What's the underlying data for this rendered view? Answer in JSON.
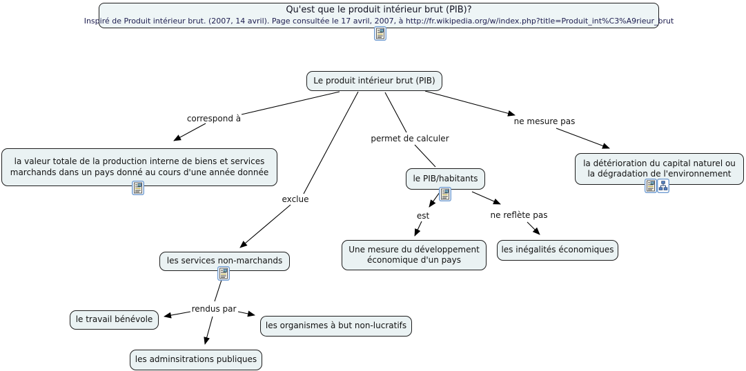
{
  "app": {
    "type": "concept-map",
    "colors": {
      "node_fill": "#eaf2f3",
      "node_border": "#1c1c1c",
      "connector": "#000000",
      "icon_border": "#6f9bd1",
      "background": "#ffffff"
    }
  },
  "title_node": {
    "title": "Qu'est que le produit intérieur brut (PIB)?",
    "subtitle": "Inspiré de Produit intérieur brut. (2007, 14 avril). Page consultée le 17 avril, 2007, à http://fr.wikipedia.org/w/index.php?title=Produit_int%C3%A9rieur_brut"
  },
  "concepts": {
    "pib": "Le produit intérieur brut (PIB)",
    "valeur_totale": "la valeur totale de la production interne de biens et services marchands dans un pays donné au cours d'une année donnée",
    "pib_habitants": "le PIB/habitants",
    "deterioration": "la détérioration du capital naturel ou la dégradation de l'environnement",
    "services_non_marchands": "les services non-marchands",
    "mesure_developpement": "Une mesure du développement économique d'un pays",
    "inegalites": "les inégalités économiques",
    "travail_benevole": "le travail bénévole",
    "organismes": "les organismes à but non-lucratifs",
    "administrations": "les adminsitrations publiques"
  },
  "link_labels": {
    "correspond_a": "correspond à",
    "permet_de_calculer": "permet de calculer",
    "ne_mesure_pas": "ne mesure pas",
    "exclue": "exclue",
    "est": "est",
    "ne_reflete_pas": "ne reflète pas",
    "rendus_par": "rendus par"
  },
  "icons": {
    "resource": "resource-link-document-icon",
    "cmap": "concept-map-link-icon"
  }
}
